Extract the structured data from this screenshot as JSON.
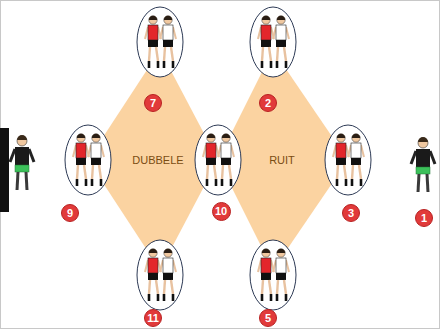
{
  "diagram": {
    "nodes": [
      {
        "text": [
          "DUBBELE"
        ]
      },
      {
        "text": [
          "RUIT"
        ]
      },
      {
        "text": [
          "7"
        ],
        "in": 0
      },
      {
        "text": [
          "2"
        ],
        "in": 1
      },
      {
        "text": [
          "9"
        ]
      },
      {
        "text": [
          "10"
        ]
      },
      {
        "text": [
          "3"
        ]
      },
      {
        "text": [
          "1"
        ]
      },
      {
        "text": [
          "11"
        ]
      },
      {
        "text": [
          "5"
        ]
      }
    ]
  }
}
